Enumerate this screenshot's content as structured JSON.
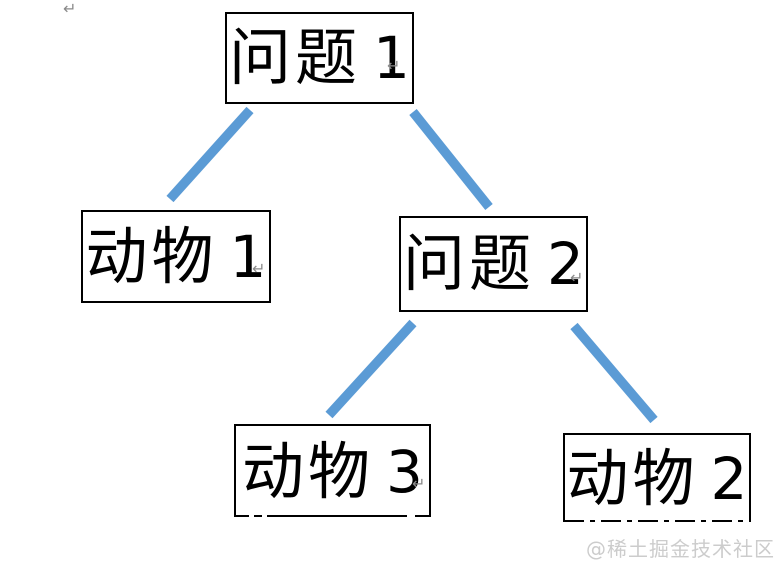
{
  "diagram": {
    "type": "tree",
    "connector_color": "#5b9bd5",
    "box_border_color": "#000000",
    "nodes": [
      {
        "id": "question-1",
        "title": "问题",
        "number": "1"
      },
      {
        "id": "animal-1",
        "title": "动物",
        "number": "1"
      },
      {
        "id": "question-2",
        "title": "问题",
        "number": "2"
      },
      {
        "id": "animal-3",
        "title": "动物",
        "number": "3"
      },
      {
        "id": "animal-2",
        "title": "动物",
        "number": "2"
      }
    ],
    "edges": [
      {
        "from": "问题 1",
        "to": "动物 1"
      },
      {
        "from": "问题 1",
        "to": "问题 2"
      },
      {
        "from": "问题 2",
        "to": "动物 3"
      },
      {
        "from": "问题 2",
        "to": "动物 2"
      }
    ]
  },
  "formatting_marks": {
    "paragraph_return": "↵"
  },
  "watermark": {
    "text": "@稀土掘金技术社区",
    "color": "#cccccc"
  }
}
